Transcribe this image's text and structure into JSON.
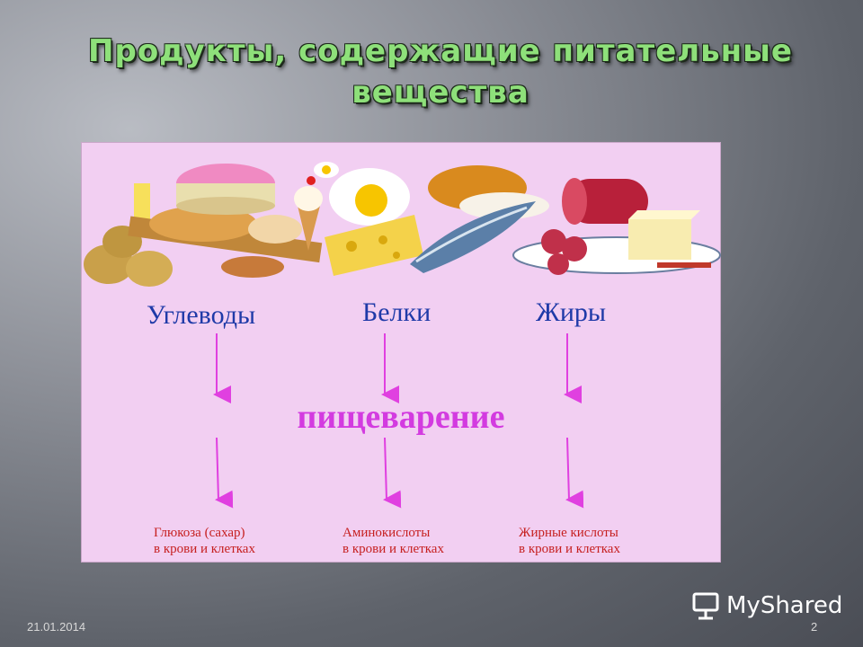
{
  "slide": {
    "title": "Продукты, содержащие питательные вещества",
    "date": "21.01.2014",
    "page_number": "2",
    "brand": "MyShared"
  },
  "diagram": {
    "columns": [
      {
        "name": "Углеводы",
        "result_line1": "Глюкоза (сахар)",
        "result_line2": "в крови и клетках"
      },
      {
        "name": "Белки",
        "result_line1": "Аминокислоты",
        "result_line2": "в крови и клетках"
      },
      {
        "name": "Жиры",
        "result_line1": "Жирные кислоты",
        "result_line2": "в крови и клетках"
      }
    ],
    "process": "пищеварение"
  },
  "colors": {
    "title": "#8ee07a",
    "panel": "#f2cff2",
    "category_text": "#1f3aa8",
    "arrow": "#e040e0",
    "result_text": "#c62020"
  }
}
